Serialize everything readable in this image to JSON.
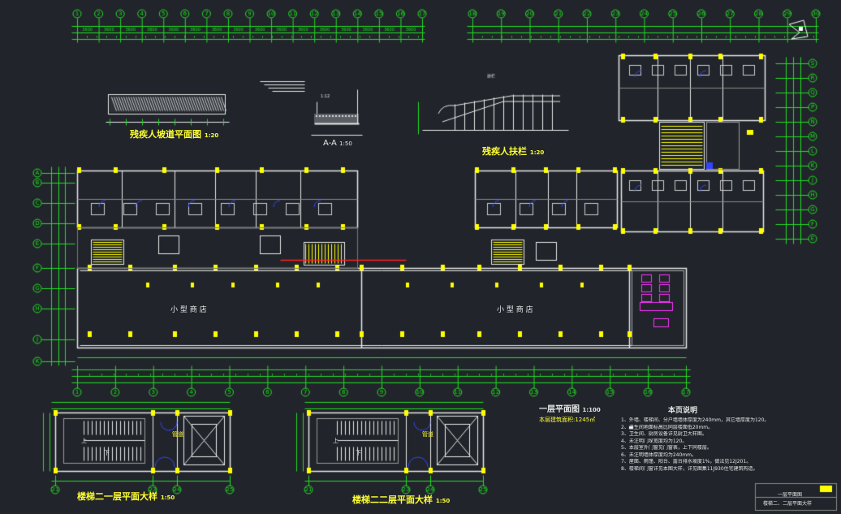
{
  "canvas": {
    "background": "#21252b"
  },
  "colors": {
    "wall": "#e8e8e8",
    "dimension": "#22dd22",
    "grid_bubble": "#22dd22",
    "column": "#ffff00",
    "text": "#e6e6e6",
    "title": "#ffff33",
    "door": "#3344ff",
    "stair_red": "#ff2222",
    "toilet": "#ff33ff",
    "axis_line": "#ffffff"
  },
  "labels": {
    "section_aa": "A-A",
    "section_aa_scale": "1:50",
    "access_ramp_plan": "残疾人坡道平面图",
    "access_ramp_plan_scale": "1:20",
    "access_rail": "残疾人扶栏",
    "access_rail_scale": "1:20",
    "main_plan_title": "一层平面图",
    "main_plan_scale": "1:100",
    "main_plan_subtitle": "本层建筑面积:1245㎡",
    "stair_detail_1": "楼梯二一层平面大样",
    "stair_detail_1_scale": "1:50",
    "stair_detail_2": "楼梯二二层平面大样",
    "stair_detail_2_scale": "1:50",
    "shop_left": "小 型 商 店",
    "shop_right": "小 型 商 店",
    "notes_title": "本页说明",
    "title_block_1": "一层平面图",
    "title_block_2": "楼梯二、二层平面大样",
    "stair_up": "上",
    "stair_down": "下",
    "elevator_shaft": "管道"
  },
  "notes": [
    "1、外墙、楼梯间、分户墙墙体厚度为240mm，其它墙厚度为120。",
    "2、卫生间地面标高比同层楼面低20mm。",
    "3、卫生间、厨房设备详见厨卫大样图。",
    "4、未注明门垛宽度均为120。",
    "5、本层室外门窗见门窗表，上下同楼层。",
    "6、未注明墙体厚度均为240mm。",
    "7、屋面、雨篷、阳台、露台排水坡度1%，做法见12J201。",
    "8、楼梯间门窗详见本图大样，详见图集11J930住宅建筑构造。"
  ],
  "top_grid_left": [
    "1",
    "2",
    "3",
    "4",
    "5",
    "6",
    "7",
    "8",
    "9",
    "10",
    "11",
    "12",
    "13",
    "14",
    "15",
    "16",
    "17"
  ],
  "top_grid_right": [
    "18",
    "19",
    "20",
    "21",
    "22",
    "23",
    "24",
    "25",
    "26",
    "27",
    "28",
    "29",
    "30"
  ],
  "left_grid": [
    "K",
    "J",
    "H",
    "G",
    "F",
    "E",
    "D",
    "C",
    "B",
    "A"
  ],
  "bottom_grid": [
    "1",
    "2",
    "3",
    "4",
    "5",
    "6",
    "7",
    "8",
    "9",
    "10",
    "11",
    "12",
    "13",
    "14",
    "15",
    "16",
    "17"
  ],
  "right_grid": [
    "S",
    "R",
    "Q",
    "P",
    "N",
    "M",
    "L",
    "K",
    "J",
    "H",
    "G",
    "F",
    "E"
  ],
  "stair_detail_1_axes": [
    "21",
    "23",
    "24",
    "25"
  ],
  "stair_detail_2_axes": [
    "21",
    "23",
    "24",
    "25"
  ]
}
